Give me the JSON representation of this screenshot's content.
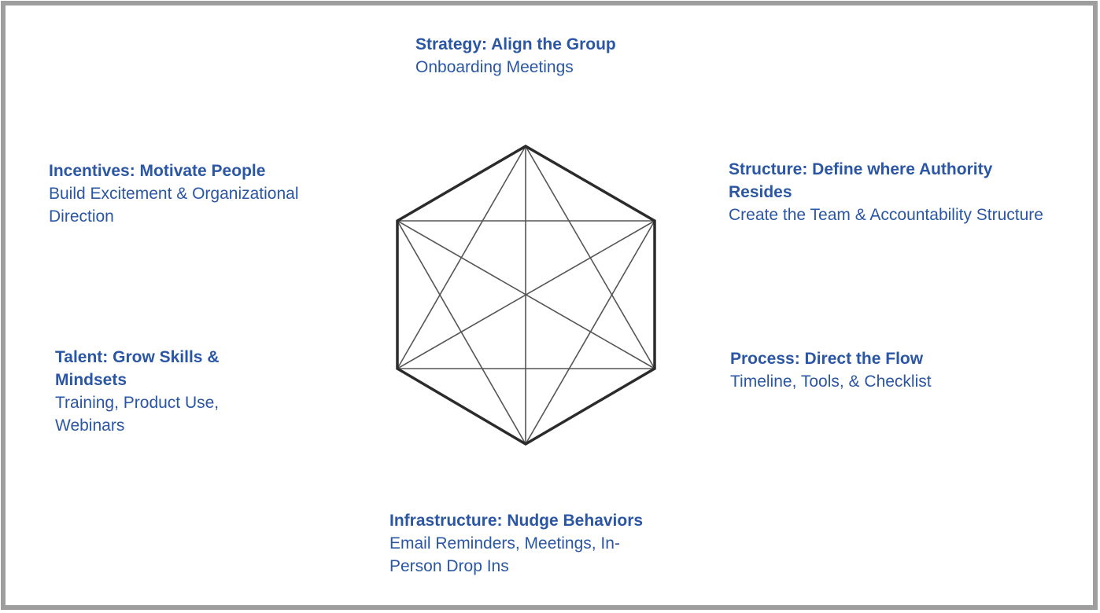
{
  "diagram": {
    "type": "hexagon-framework",
    "colors": {
      "text": "#2a56a3",
      "frame": "#9e9e9e",
      "outline": "#2b2b2b",
      "inner_lines": "#555555"
    },
    "center_shape": "hexagon with all vertices interconnected",
    "nodes": [
      {
        "id": "strategy",
        "title": "Strategy: Align the Group",
        "desc": "Onboarding Meetings"
      },
      {
        "id": "structure",
        "title": "Structure: Define where Authority Resides",
        "desc": "Create the Team & Accountability Structure"
      },
      {
        "id": "process",
        "title": "Process: Direct the Flow",
        "desc": "Timeline, Tools, & Checklist"
      },
      {
        "id": "infrastructure",
        "title": "Infrastructure: Nudge Behaviors",
        "desc": "Email Reminders, Meetings, In-Person Drop Ins"
      },
      {
        "id": "talent",
        "title": "Talent: Grow Skills & Mindsets",
        "desc": "Training, Product Use, Webinars"
      },
      {
        "id": "incentives",
        "title": "Incentives: Motivate People",
        "desc": "Build Excitement & Organizational Direction"
      }
    ]
  }
}
